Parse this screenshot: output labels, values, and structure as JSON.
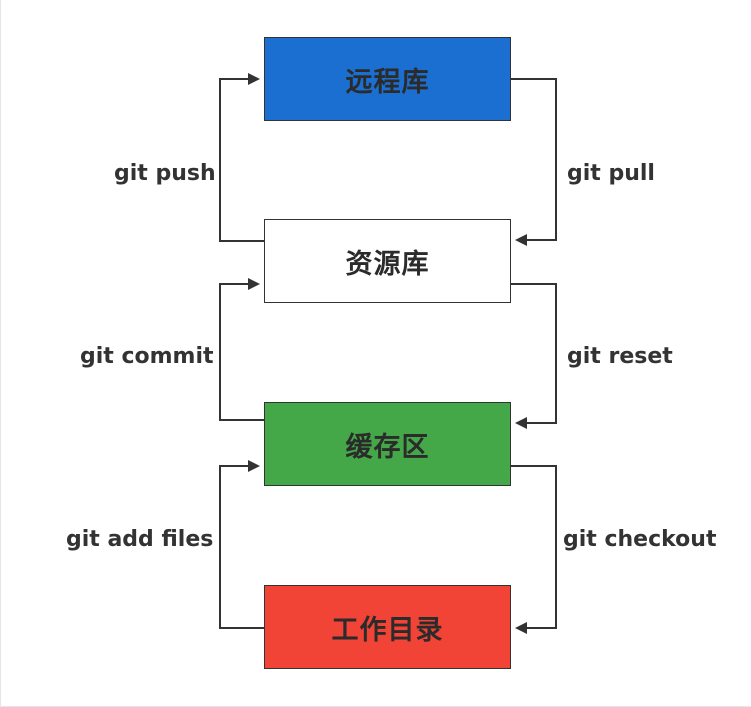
{
  "nodes": {
    "remote": {
      "label": "远程库",
      "fill": "#1a6fd1",
      "text_color": "#2b2b2b"
    },
    "repo": {
      "label": "资源库",
      "fill": "#ffffff",
      "text_color": "#2b2b2b"
    },
    "stage": {
      "label": "缓存区",
      "fill": "#44a848",
      "text_color": "#2b2b2b"
    },
    "work": {
      "label": "工作目录",
      "fill": "#f14336",
      "text_color": "#2b2b2b"
    }
  },
  "edges": {
    "push": {
      "label": "git push",
      "from": "资源库",
      "to": "远程库",
      "side": "left"
    },
    "pull": {
      "label": "git pull",
      "from": "远程库",
      "to": "资源库",
      "side": "right"
    },
    "commit": {
      "label": "git commit",
      "from": "缓存区",
      "to": "资源库",
      "side": "left"
    },
    "reset": {
      "label": "git reset",
      "from": "资源库",
      "to": "缓存区",
      "side": "right"
    },
    "add": {
      "label": "git add files",
      "from": "工作目录",
      "to": "缓存区",
      "side": "left"
    },
    "checkout": {
      "label": "git checkout",
      "from": "缓存区",
      "to": "工作目录",
      "side": "right"
    }
  },
  "colors": {
    "line": "#333333"
  }
}
